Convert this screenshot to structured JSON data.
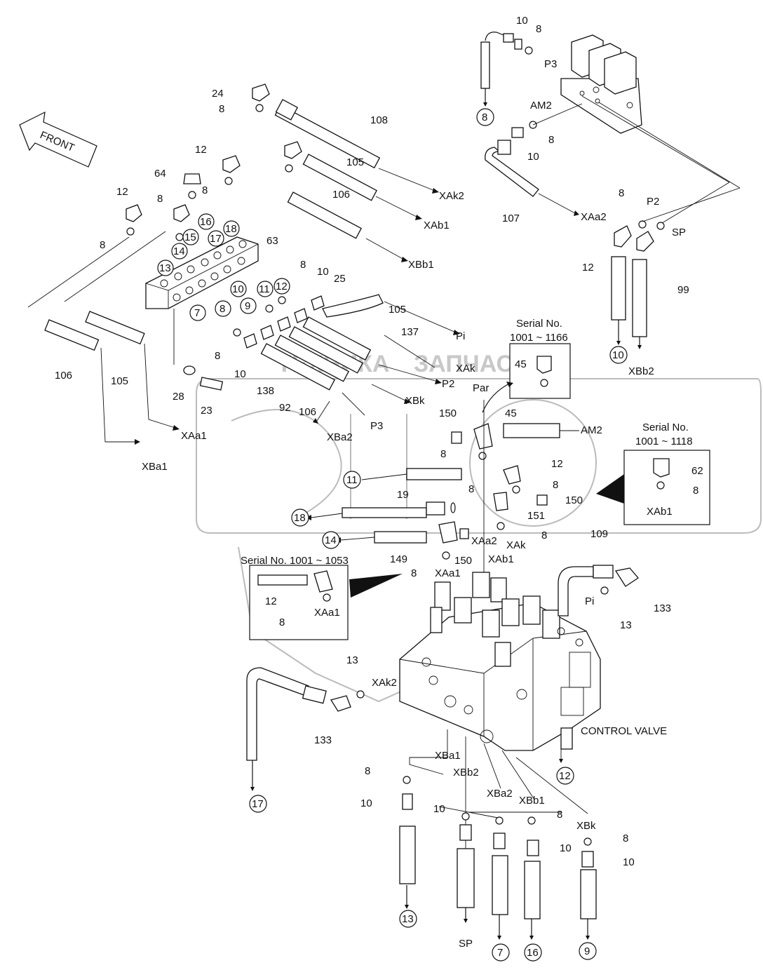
{
  "front_label": "FRONT",
  "serial_boxes": {
    "box1": {
      "line1": "Serial No.",
      "line2": "1001 ~ 1166"
    },
    "box2": {
      "line1": "Serial No.",
      "line2": "1001 ~ 1118"
    },
    "box3": {
      "line1": "Serial No. 1001 ~ 1053"
    }
  },
  "control_valve_label": "CONTROL VALVE",
  "watermark": {
    "line1": "ТЕХНИКА",
    "line2": "ЗАПЧАСТИ"
  },
  "callouts": {
    "c_8_top": "8",
    "c_11": "11",
    "c_18": "18",
    "c_14": "14",
    "c_17": "17",
    "c_13_bot": "13",
    "c_12_cv": "12",
    "c_10_right": "10",
    "c_7_grp": "7",
    "c_9_grp": "9",
    "c_10_grp": "10",
    "c_11_grp": "11",
    "c_12_grp": "12",
    "c_13_grp": "13",
    "c_14_grp": "14",
    "c_15_grp": "15",
    "c_16_grp": "16",
    "c_17_grp": "17",
    "c_18_grp": "18",
    "c_8_grp": "8",
    "c_7_bot": "7",
    "c_16_bot": "16",
    "c_9_bot": "9"
  },
  "labels": {
    "n10_a": "10",
    "n8_a": "8",
    "P3_a": "P3",
    "AM2_a": "AM2",
    "n8_b": "8",
    "n10_b": "10",
    "n107": "107",
    "XAa2_a": "XAa2",
    "n8_c": "8",
    "P2_a": "P2",
    "SP_a": "SP",
    "n12_a": "12",
    "n99": "99",
    "XBb2_a": "XBb2",
    "n24": "24",
    "n8_d": "8",
    "n108": "108",
    "n12_b": "12",
    "n105_a": "105",
    "n8_e": "8",
    "XAk2_a": "XAk2",
    "n106_a": "106",
    "XAb1_a": "XAb1",
    "n64": "64",
    "n8_f": "8",
    "n12_c": "12",
    "n8_g": "8",
    "n63": "63",
    "XBb1_a": "XBb1",
    "n8_h": "8",
    "n10_c": "10",
    "n25": "25",
    "n105_b": "105",
    "Pi_a": "Pi",
    "n137": "137",
    "XAk_a": "XAk",
    "P2_b": "P2",
    "XBk_a": "XBk",
    "P3_b": "P3",
    "XBa2_a": "XBa2",
    "n8_i": "8",
    "n10_d": "10",
    "n138": "138",
    "n92": "92",
    "n106_b": "106",
    "n106_c": "106",
    "n105_c": "105",
    "n28": "28",
    "n23": "23",
    "XAa1_a": "XAa1",
    "XBa1_a": "XBa1",
    "n45_a": "45",
    "Par": "Par",
    "n45_b": "45",
    "n150_a": "150",
    "AM2_b": "AM2",
    "n8_j": "8",
    "n12_d": "12",
    "n8_k": "8",
    "n62": "62",
    "n8_l": "8",
    "XAb1_b": "XAb1",
    "n19": "19",
    "n8_m": "8",
    "n150_b": "150",
    "n151": "151",
    "n8_n": "8",
    "n149": "149",
    "n150_c": "150",
    "XAa2_b": "XAa2",
    "XAk_b": "XAk",
    "XAb1_c": "XAb1",
    "n8_o": "8",
    "XAa1_b": "XAa1",
    "n12_e": "12",
    "n8_p": "8",
    "XAa1_c": "XAa1",
    "n109": "109",
    "Pi_b": "Pi",
    "n13_a": "13",
    "n133_a": "133",
    "n13_b": "13",
    "XAk2_b": "XAk2",
    "n133_b": "133",
    "XBa1_b": "XBa1",
    "XBb2_b": "XBb2",
    "XBa2_b": "XBa2",
    "XBb1_b": "XBb1",
    "XBk_b": "XBk",
    "n8_q": "8",
    "n10_e": "10",
    "n10_f": "10",
    "n8_r": "8",
    "n10_g": "10",
    "n8_s": "8",
    "n10_h": "10",
    "SP_b": "SP"
  }
}
